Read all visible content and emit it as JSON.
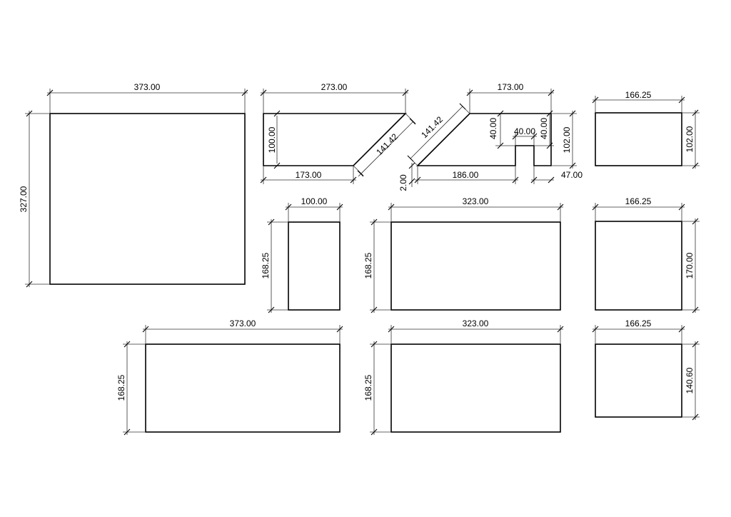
{
  "panels": [
    {
      "id": "p1",
      "width_label": "373.00",
      "height_label": "327.00"
    },
    {
      "id": "p2",
      "top_label": "273.00",
      "bottom_label": "173.00",
      "side_label": "100.00",
      "slope_label": "141.42"
    },
    {
      "id": "p3",
      "top_label": "173.00",
      "slope_label": "141.42",
      "base_label": "186.00",
      "offset_label": "2.00",
      "notch_depth_left_label": "40.00",
      "notch_width_label": "40.00",
      "notch_depth_right_label": "40.00",
      "height_label": "102.00",
      "tail_label": "47.00"
    },
    {
      "id": "p4",
      "width_label": "166.25",
      "height_label": "102.00"
    },
    {
      "id": "p5",
      "width_label": "100.00",
      "height_label": "168.25"
    },
    {
      "id": "p6",
      "width_label": "323.00",
      "height_label": "168.25"
    },
    {
      "id": "p7",
      "width_label": "166.25",
      "height_label": "170.00"
    },
    {
      "id": "p8",
      "width_label": "373.00",
      "height_label": "168.25"
    },
    {
      "id": "p9",
      "width_label": "323.00",
      "height_label": "168.25"
    },
    {
      "id": "p10",
      "width_label": "166.25",
      "height_label": "140.60"
    }
  ]
}
